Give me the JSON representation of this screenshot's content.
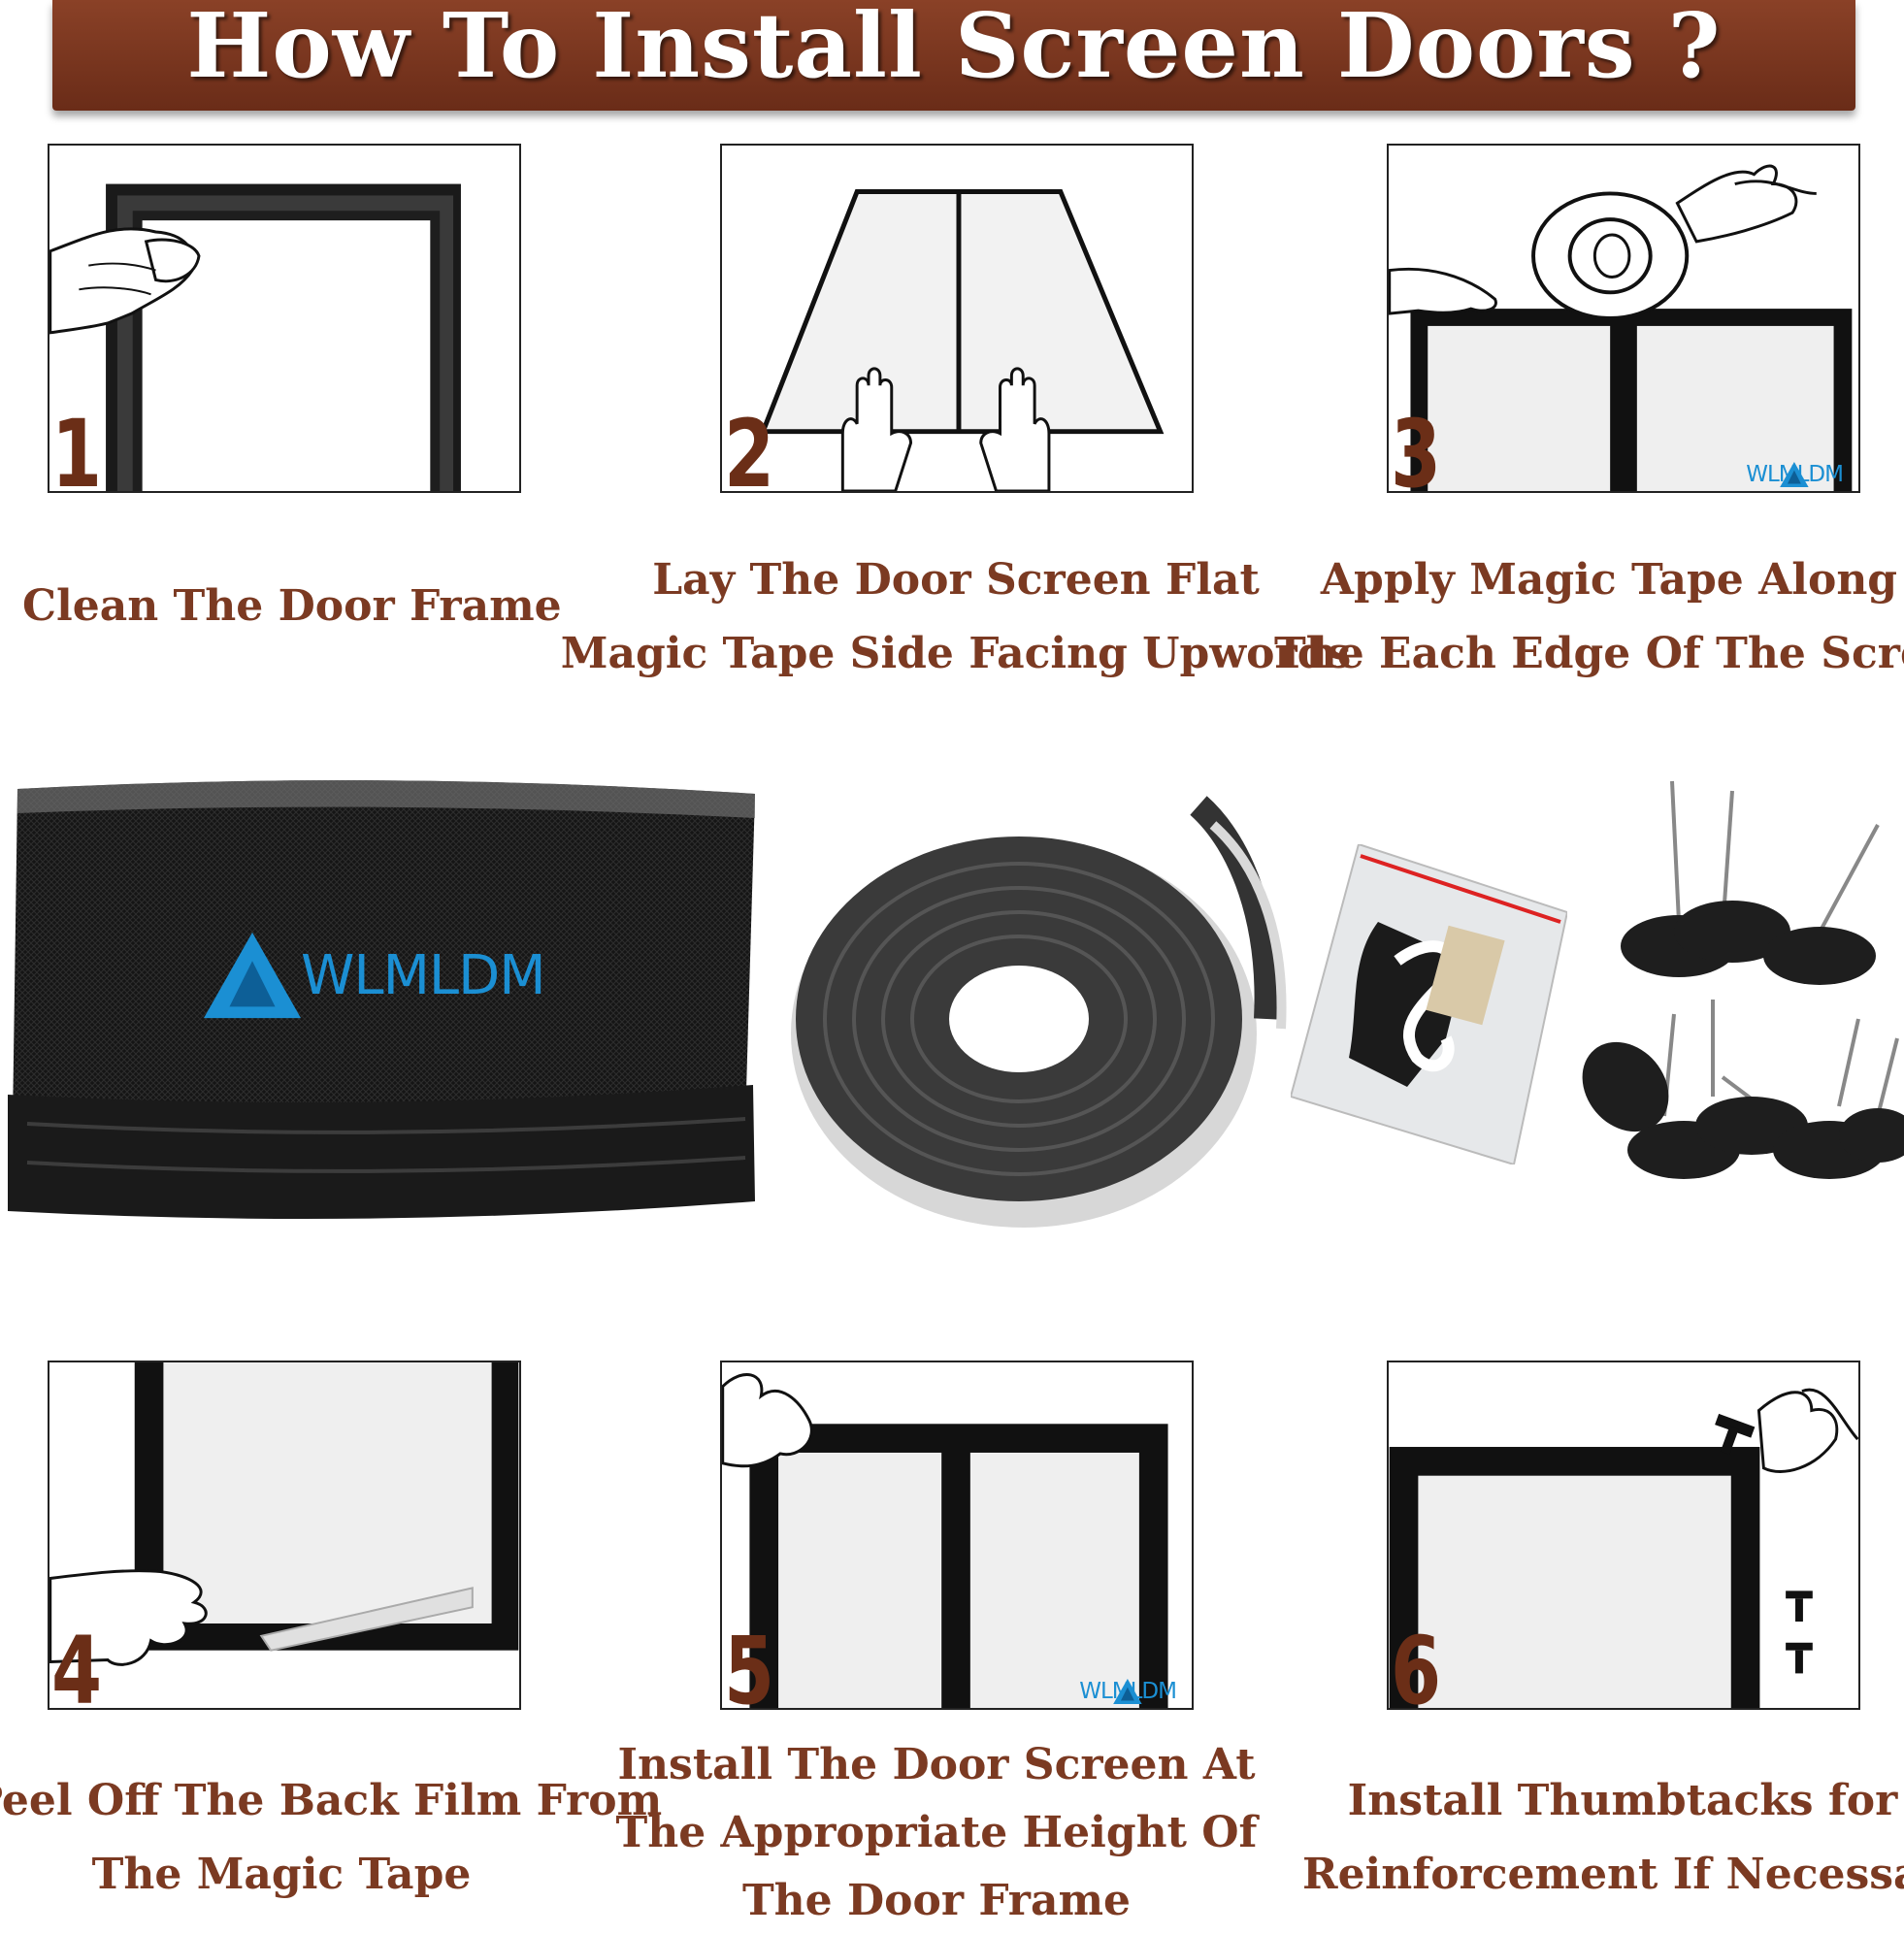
{
  "banner": {
    "title": "How To Install Screen Doors ?"
  },
  "brand": {
    "name": "WLMLDM",
    "color": "#1b8fd3"
  },
  "colors": {
    "accent": "#7b3a22",
    "banner": "#6a2c18"
  },
  "steps": [
    {
      "number": "1",
      "caption_lines": [
        "Clean The Door Frame"
      ]
    },
    {
      "number": "2",
      "caption_lines": [
        "Lay The Door Screen Flat",
        "Magic Tape Side Facing Upwords"
      ]
    },
    {
      "number": "3",
      "caption_lines": [
        "Apply Magic Tape Along",
        "The Each Edge Of The Screen"
      ]
    },
    {
      "number": "4",
      "caption_lines": [
        "Peel Off The Back Film From",
        "The Magic Tape"
      ]
    },
    {
      "number": "5",
      "caption_lines": [
        "Install The Door Screen At",
        "The Appropriate Height Of",
        "The Door Frame"
      ]
    },
    {
      "number": "6",
      "caption_lines": [
        "Install Thumbtacks for",
        "Reinforcement If Necessary"
      ]
    }
  ],
  "products": [
    "folded-screen-mesh",
    "magnetic-tape-roll",
    "accessory-bag",
    "thumbtacks"
  ]
}
